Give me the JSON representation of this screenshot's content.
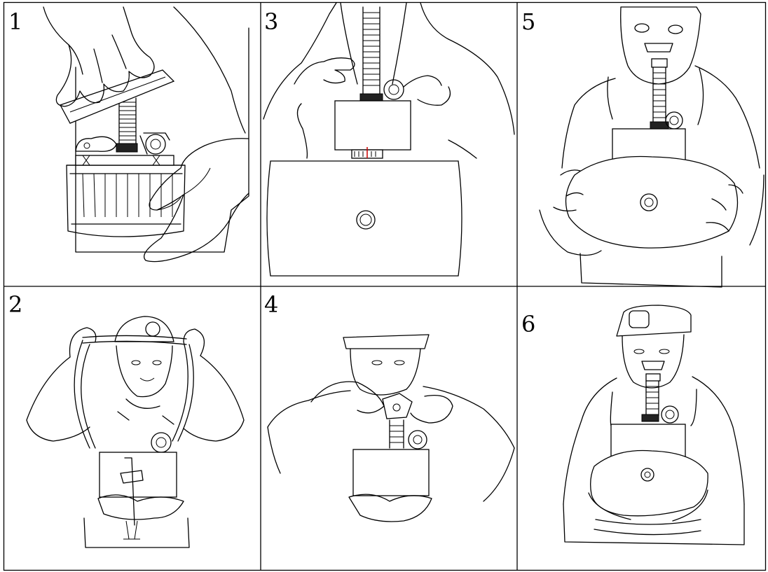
{
  "panels": [
    {
      "number": "1"
    },
    {
      "number": "3"
    },
    {
      "number": "5"
    },
    {
      "number": "2"
    },
    {
      "number": "4"
    },
    {
      "number": "6"
    }
  ],
  "colors": {
    "line": "#000000",
    "background": "#ffffff",
    "accent": "#cc0000"
  }
}
